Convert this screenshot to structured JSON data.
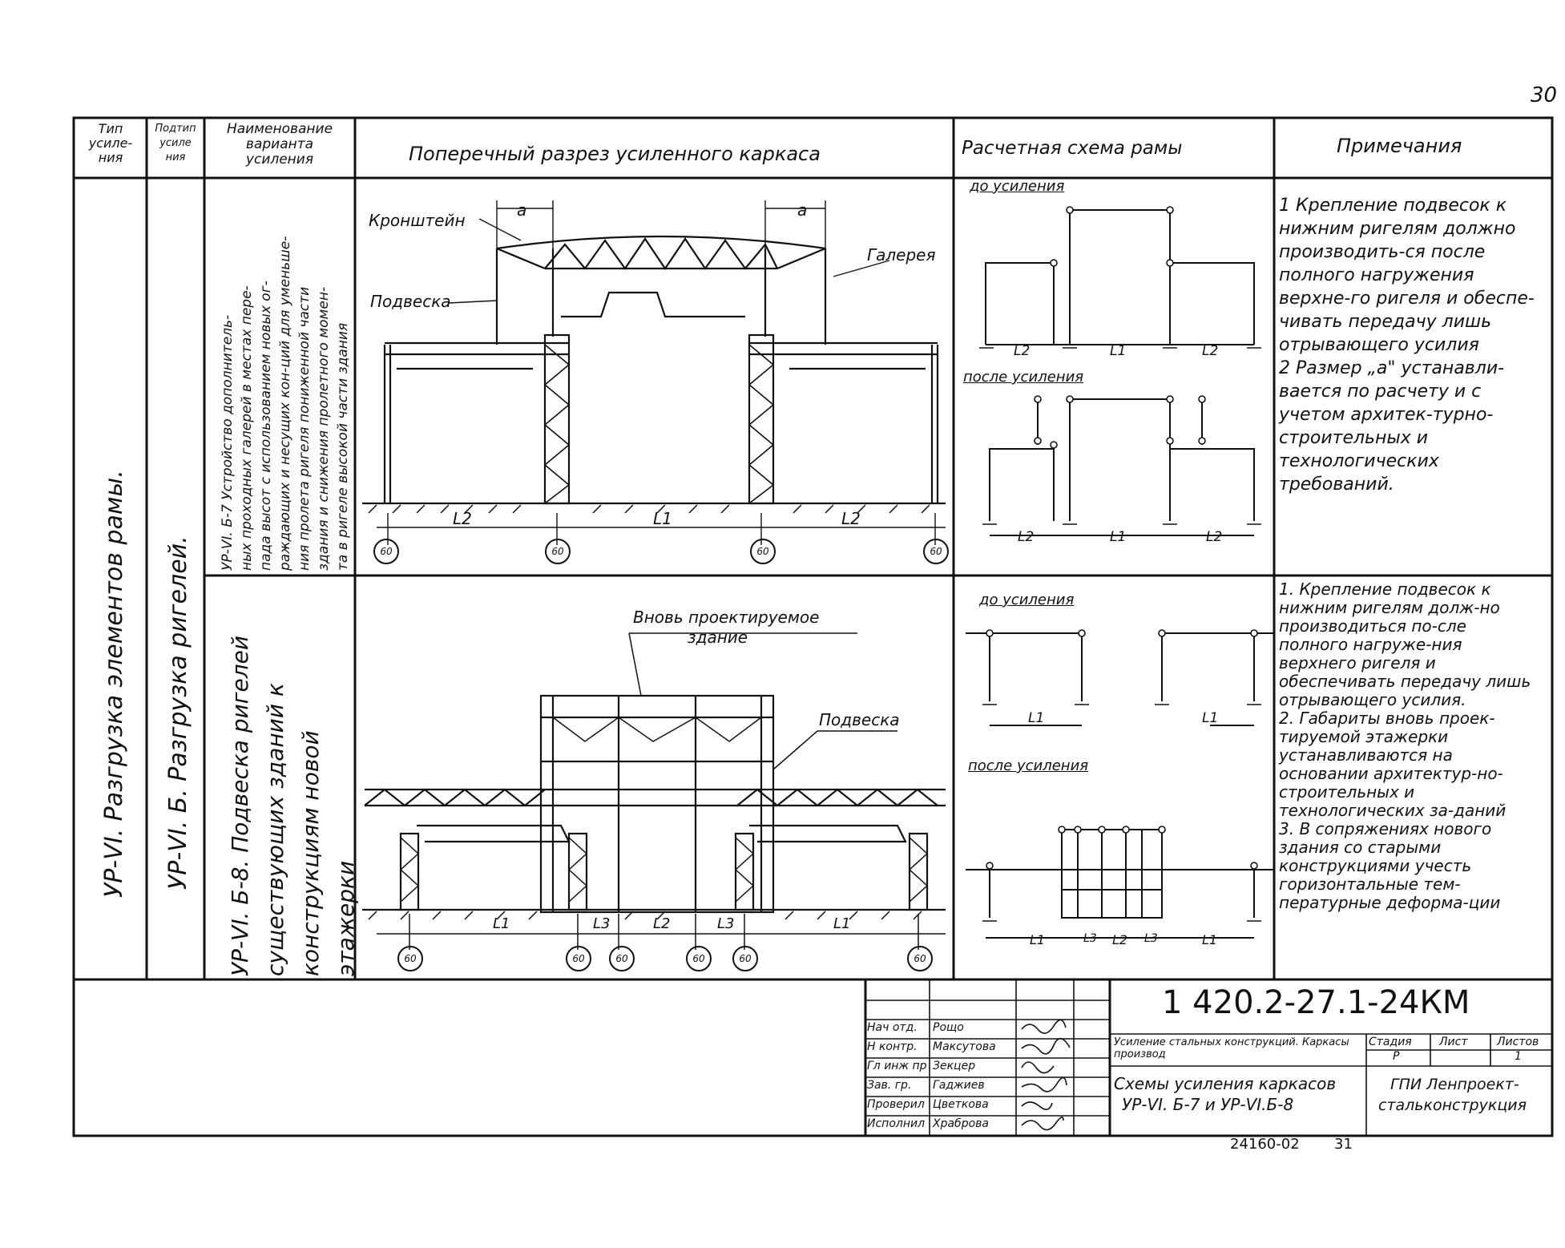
{
  "sheet": {
    "page_number": "30",
    "bottom_code": "24160-02",
    "bottom_page": "31"
  },
  "header": {
    "col1": "Тип\nусиле-\nния",
    "col2": "Подтип\nусиле\nния",
    "col3": "Наименование\nварианта\nусиления",
    "col4": "Поперечный разрез усиленного каркаса",
    "col5": "Расчетная схема рамы",
    "col6": "Примечания"
  },
  "left": {
    "type_label": "УР-VI. Разгрузка элементов рамы.",
    "subtype_label": "УР-VI. Б. Разгрузка ригелей."
  },
  "variant1": {
    "name_lines": [
      "УР-VI. Б-7 Устройство дополнитель-",
      "ных проходных галерей в местах пере-",
      "пада высот с использованием новых ог-",
      "раждающих и несущих кон-ций для уменьше-",
      "ния пролета ригеля пониженной части",
      "здания и снижения пролетного момен-",
      "та в ригеле высокой части здания"
    ],
    "labels": {
      "bracket": "Кронштейн",
      "gallery": "Галерея",
      "hanger": "Подвеска",
      "dim_a": "a",
      "span_l2": "L2",
      "span_l1": "L1"
    },
    "axis_tag": "60",
    "scheme": {
      "before": "до усиления",
      "after": "после усиления",
      "l2": "L2",
      "l1": "L1"
    },
    "notes": [
      "1 Крепление подвесок к нижним ригелям должно производить-ся после полного нагружения верхне-го ригеля и обеспе-чивать передачу лишь отрывающего усилия",
      "2 Размер „а\" устанавли-вается по расчету и с учетом архитек-турно-строительных и технологических требований."
    ]
  },
  "variant2": {
    "name_lines": [
      "УР-VI. Б-8. Подвеска ригелей",
      "существующих зданий к",
      "конструкциям новой",
      "этажерки"
    ],
    "labels": {
      "new_building_1": "Вновь проектируемое",
      "new_building_2": "здание",
      "hanger": "Подвеска",
      "l1": "L1",
      "l2": "L2",
      "l3": "L3"
    },
    "axis_tag": "60",
    "scheme": {
      "before": "до усиления",
      "after": "после усиления",
      "l1": "L1",
      "l2": "L2",
      "l3": "L3"
    },
    "notes": [
      "1. Крепление подвесок к нижним ригелям долж-но производиться по-сле полного нагруже-ния верхнего ригеля и обеспечивать передачу лишь отрывающего усилия.",
      "2. Габариты вновь проек-тируемой этажерки устанавливаются на основании архитектур-но-строительных и технологических за-даний",
      "3. В сопряжениях нового здания со старыми конструкциями учесть горизонтальные тем-пературные деформа-ции"
    ]
  },
  "title_block": {
    "doc_number": "1 420.2-27.1-24КМ",
    "series_title": "Усиление стальных конструкций. Каркасы производ",
    "sheet_title_1": "Схемы усиления каркасов",
    "sheet_title_2": "УР-VI. Б-7 и УР-VI.Б-8",
    "stage_h": "Стадия",
    "sheet_h": "Лист",
    "sheets_h": "Листов",
    "stage": "Р",
    "sheets": "1",
    "org_1": "ГПИ Ленпроект-",
    "org_2": "стальконструкция",
    "roles": [
      "Нач отд.",
      "Н контр.",
      "Гл инж пр",
      "Зав. гр.",
      "Проверил",
      "Исполнил"
    ],
    "names": [
      "Рощо",
      "Максутова",
      "Зекцер",
      "Гаджиев",
      "Цветкова",
      "Храброва"
    ]
  }
}
